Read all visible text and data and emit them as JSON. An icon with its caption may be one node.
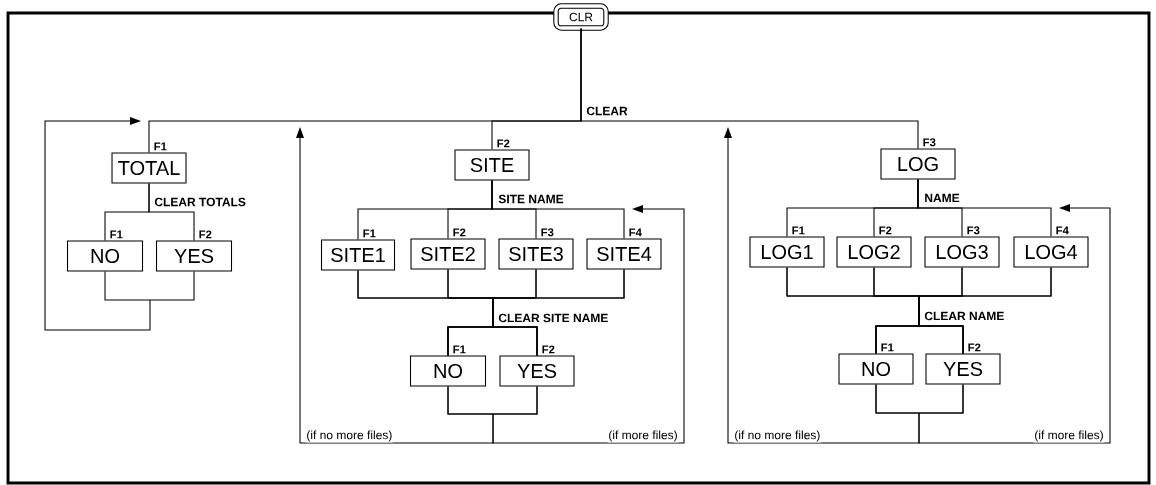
{
  "diagram": {
    "nodes": [
      {
        "text": [
          "CLR"
        ]
      },
      {
        "text": [
          "TOTAL"
        ]
      },
      {
        "text": [
          "NO"
        ]
      },
      {
        "text": [
          "YES"
        ]
      },
      {
        "text": [
          "SITE"
        ]
      },
      {
        "text": [
          "SITE1"
        ]
      },
      {
        "text": [
          "SITE2"
        ]
      },
      {
        "text": [
          "SITE3"
        ]
      },
      {
        "text": [
          "SITE4"
        ]
      },
      {
        "text": [
          "NO"
        ]
      },
      {
        "text": [
          "YES"
        ]
      },
      {
        "text": [
          "LOG"
        ]
      },
      {
        "text": [
          "LOG1"
        ]
      },
      {
        "text": [
          "LOG2"
        ]
      },
      {
        "text": [
          "LOG3"
        ]
      },
      {
        "text": [
          "LOG4"
        ]
      },
      {
        "text": [
          "NO"
        ]
      },
      {
        "text": [
          "YES"
        ]
      }
    ],
    "edges": [
      {
        "from": 0,
        "to": 1,
        "arrow": "none",
        "label": "F1"
      },
      {
        "from": 0,
        "to": 4,
        "arrow": "none",
        "label": "F2"
      },
      {
        "from": 0,
        "to": 11,
        "arrow": "none",
        "label": "F3"
      },
      {
        "from": 1,
        "to": 2,
        "arrow": "none",
        "label": "F1"
      },
      {
        "from": 1,
        "to": 3,
        "arrow": "none",
        "label": "F2"
      },
      {
        "from": 2,
        "to": null,
        "arrow": "to"
      },
      {
        "from": 3,
        "to": null,
        "arrow": "to"
      },
      {
        "from": 4,
        "to": 5,
        "arrow": "none",
        "label": "F1"
      },
      {
        "from": 4,
        "to": 6,
        "arrow": "none",
        "label": "F2"
      },
      {
        "from": 4,
        "to": 7,
        "arrow": "none",
        "label": "F3"
      },
      {
        "from": 4,
        "to": 8,
        "arrow": "none",
        "label": "F4"
      },
      {
        "from": 5,
        "to": 9,
        "arrow": "none",
        "label": "F1"
      },
      {
        "from": 5,
        "to": 10,
        "arrow": "none",
        "label": "F2"
      },
      {
        "from": 6,
        "to": 9,
        "arrow": "none"
      },
      {
        "from": 6,
        "to": 10,
        "arrow": "none"
      },
      {
        "from": 7,
        "to": 9,
        "arrow": "none"
      },
      {
        "from": 7,
        "to": 10,
        "arrow": "none"
      },
      {
        "from": 8,
        "to": 9,
        "arrow": "none"
      },
      {
        "from": 8,
        "to": 10,
        "arrow": "none"
      },
      {
        "from": 9,
        "to": null,
        "arrow": "to",
        "label": "(if no more files)"
      },
      {
        "from": 9,
        "to": null,
        "arrow": "to",
        "label": "(if more files)"
      },
      {
        "from": 10,
        "to": null,
        "arrow": "to"
      },
      {
        "from": 10,
        "to": null,
        "arrow": "to"
      },
      {
        "from": 11,
        "to": 12,
        "arrow": "none",
        "label": "F1"
      },
      {
        "from": 11,
        "to": 13,
        "arrow": "none",
        "label": "F2"
      },
      {
        "from": 11,
        "to": 14,
        "arrow": "none",
        "label": "F3"
      },
      {
        "from": 11,
        "to": 15,
        "arrow": "none",
        "label": "F4"
      },
      {
        "from": 12,
        "to": 16,
        "arrow": "none",
        "label": "F1"
      },
      {
        "from": 12,
        "to": 17,
        "arrow": "none",
        "label": "F2"
      },
      {
        "from": 13,
        "to": 16,
        "arrow": "none"
      },
      {
        "from": 13,
        "to": 17,
        "arrow": "none"
      },
      {
        "from": 14,
        "to": 16,
        "arrow": "none"
      },
      {
        "from": 14,
        "to": 17,
        "arrow": "none"
      },
      {
        "from": 15,
        "to": 16,
        "arrow": "none"
      },
      {
        "from": 15,
        "to": 17,
        "arrow": "none"
      },
      {
        "from": 16,
        "to": null,
        "arrow": "to",
        "label": "(if no more files)"
      },
      {
        "from": 16,
        "to": null,
        "arrow": "to",
        "label": "(if more files)"
      },
      {
        "from": 17,
        "to": null,
        "arrow": "to"
      },
      {
        "from": 17,
        "to": null,
        "arrow": "to"
      }
    ],
    "labels": [
      "CLEAR",
      "CLEAR TOTALS",
      "SITE NAME",
      "CLEAR SITE NAME",
      "NAME",
      "CLEAR NAME"
    ]
  }
}
